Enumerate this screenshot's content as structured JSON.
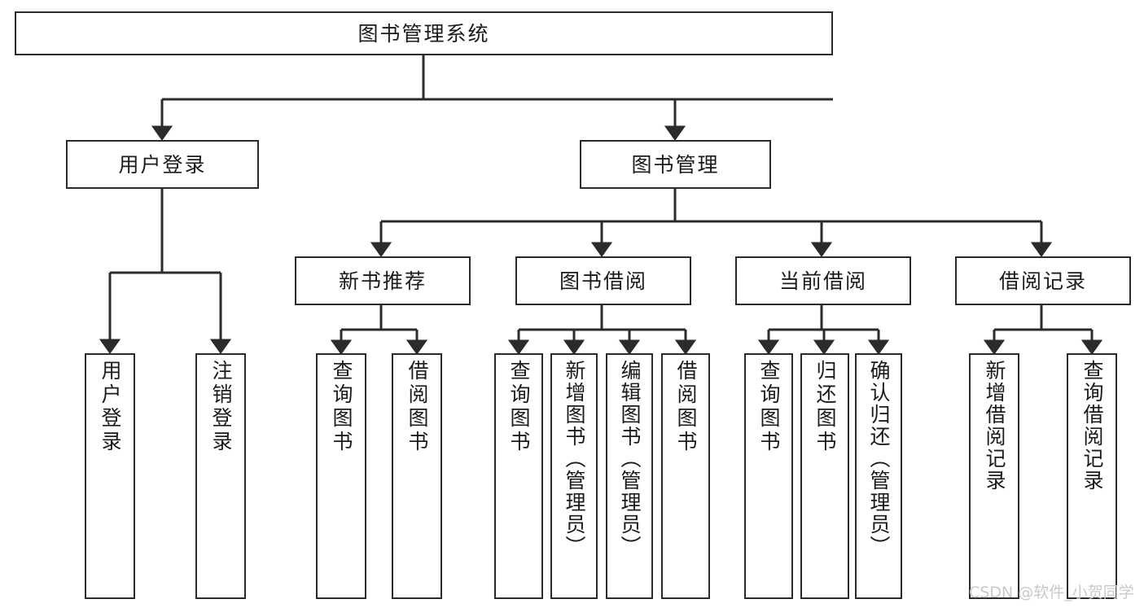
{
  "diagram": {
    "title": "图书管理系统",
    "type": "tree",
    "stroke_color": "#2b2b2b",
    "text_color": "#1b1b1b",
    "background_color": "#ffffff",
    "root": {
      "id": "root",
      "label": "图书管理系统"
    },
    "level2": [
      {
        "id": "user-login",
        "label": "用户登录"
      },
      {
        "id": "book-manage",
        "label": "图书管理"
      }
    ],
    "level3": [
      {
        "id": "new-book-rec",
        "label": "新书推荐",
        "parent": "book-manage"
      },
      {
        "id": "book-borrow",
        "label": "图书借阅",
        "parent": "book-manage"
      },
      {
        "id": "current-borrow",
        "label": "当前借阅",
        "parent": "book-manage"
      },
      {
        "id": "borrow-record",
        "label": "借阅记录",
        "parent": "book-manage"
      }
    ],
    "leaves": [
      {
        "id": "leaf-user-login",
        "label": "用户登录",
        "parent": "user-login"
      },
      {
        "id": "leaf-logout-login",
        "label": "注销登录",
        "parent": "user-login"
      },
      {
        "id": "leaf-query-book-1",
        "label": "查询图书",
        "parent": "new-book-rec"
      },
      {
        "id": "leaf-borrow-book-1",
        "label": "借阅图书",
        "parent": "new-book-rec"
      },
      {
        "id": "leaf-query-book-2",
        "label": "查询图书",
        "parent": "book-borrow"
      },
      {
        "id": "leaf-add-book",
        "label": "新增图书（管理员）",
        "parent": "book-borrow"
      },
      {
        "id": "leaf-edit-book",
        "label": "编辑图书（管理员）",
        "parent": "book-borrow"
      },
      {
        "id": "leaf-borrow-book-2",
        "label": "借阅图书",
        "parent": "book-borrow"
      },
      {
        "id": "leaf-query-book-3",
        "label": "查询图书",
        "parent": "current-borrow"
      },
      {
        "id": "leaf-return-book",
        "label": "归还图书",
        "parent": "current-borrow"
      },
      {
        "id": "leaf-confirm-return",
        "label": "确认归还（管理员）",
        "parent": "current-borrow"
      },
      {
        "id": "leaf-add-record",
        "label": "新增借阅记录",
        "parent": "borrow-record"
      },
      {
        "id": "leaf-query-record",
        "label": "查询借阅记录",
        "parent": "borrow-record"
      }
    ]
  },
  "watermark": {
    "text": "CSDN @软件_小贺同学"
  }
}
